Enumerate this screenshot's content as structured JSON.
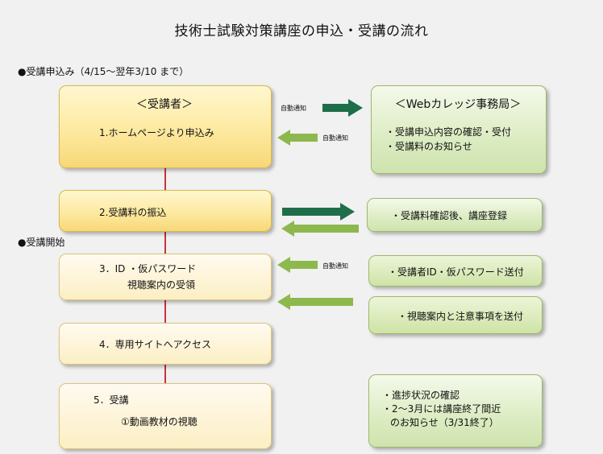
{
  "title": "技術士試験対策講座の申込・受講の流れ",
  "sections": {
    "application": "●受講申込み（4/15～翌年3/10 まで）",
    "start": "●受講開始"
  },
  "notify_label": "自動通知",
  "steps": {
    "s1_header": "＜受講者＞",
    "s1": "1.ホームページより申込み",
    "s2": "2.受講料の振込",
    "s3_line1": "3．ID ・仮パスワード",
    "s3_line2": "視聴案内の受領",
    "s4": "4．専用サイトへアクセス",
    "s5_line1": "5．受講",
    "s5_line2": "①動画教材の視聴"
  },
  "office": {
    "header": "＜Webカレッジ事務局＞",
    "items": [
      "・受講申込内容の確認・受付",
      "・受講料のお知らせ"
    ],
    "b2": "・受講料確認後、講座登録",
    "b3": "・受講者ID・仮パスワード送付",
    "b4": "・視聴案内と注意事項を送付",
    "b5_items": [
      "・進捗状況の確認",
      "・2～3月には講座終了間近",
      "のお知らせ（3/31終了）"
    ]
  },
  "colors": {
    "arrow_dark": "#1f6e4a",
    "arrow_light": "#8db84e",
    "connector": "#c9343a"
  }
}
